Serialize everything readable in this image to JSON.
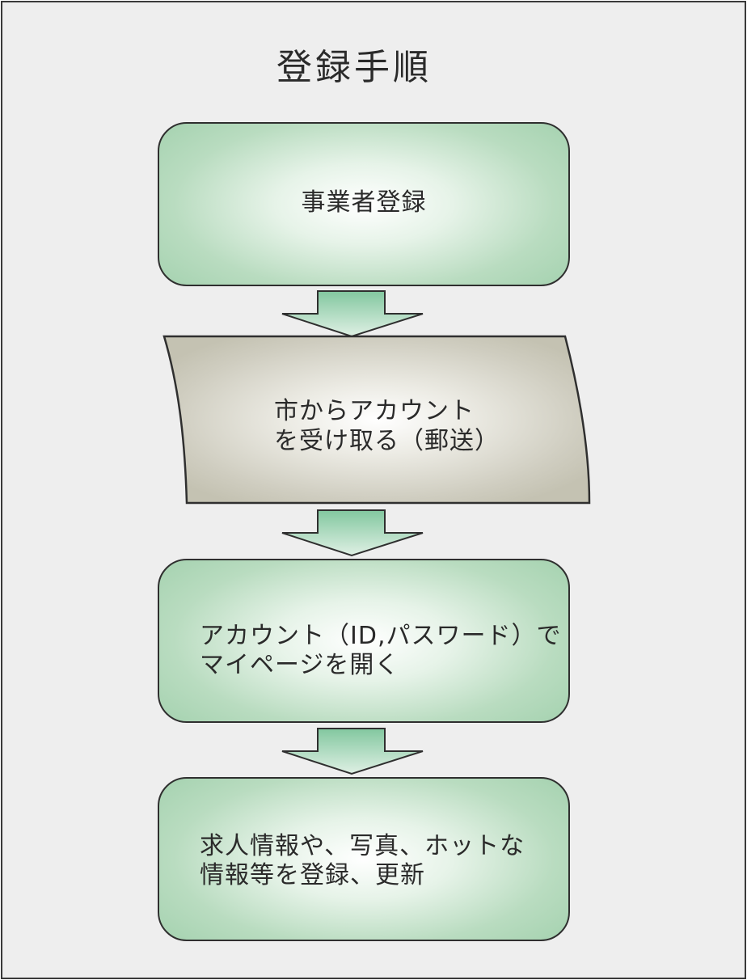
{
  "title": "登録手順",
  "steps": [
    {
      "text": "事業者登録"
    },
    {
      "text": "市からアカウント\nを受け取る（郵送）"
    },
    {
      "text": "アカウント（ID,パスワード）で\nマイページを開く"
    },
    {
      "text": "求人情報や、写真、ホットな\n情報等を登録、更新"
    }
  ],
  "colors": {
    "step_fill": "#a9d4b3",
    "document_fill": "#c8c6b6",
    "arrow_fill": "#9cd0b0",
    "background": "#eeeeee"
  }
}
